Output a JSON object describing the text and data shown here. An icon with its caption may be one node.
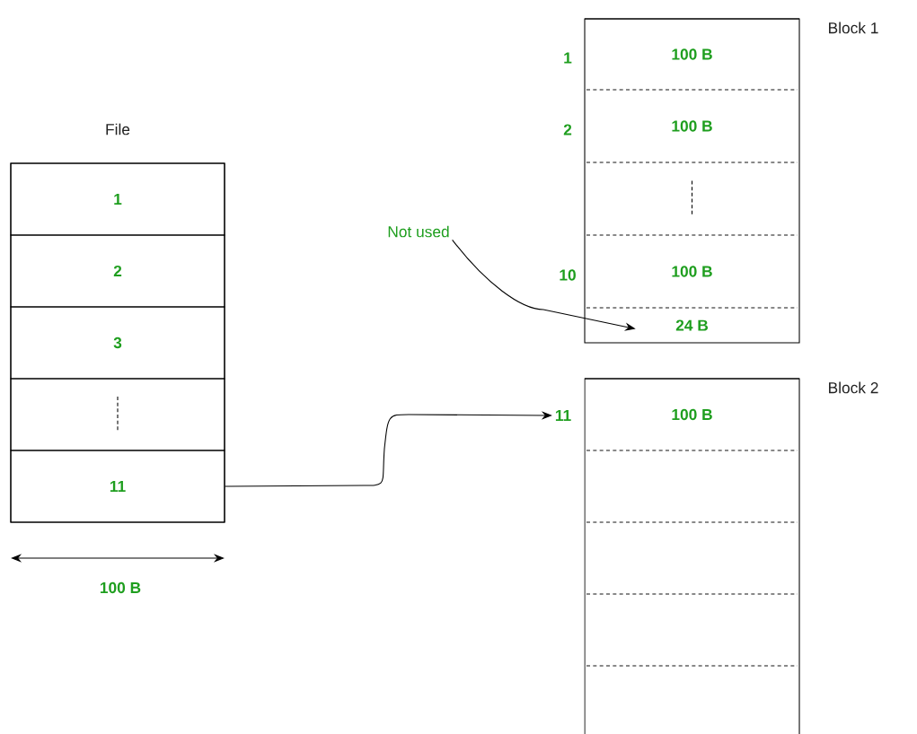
{
  "diagram": {
    "nodes": [
      {
        "text": [
          "File"
        ]
      },
      {
        "text": [
          "1"
        ],
        "in": 0
      },
      {
        "text": [
          "2"
        ],
        "in": 0
      },
      {
        "text": [
          "3"
        ],
        "in": 0
      },
      {
        "text": [],
        "shape": "box",
        "in": 0
      },
      {
        "text": [
          "11"
        ],
        "in": 0
      },
      {
        "text": [
          "Block 1"
        ]
      },
      {
        "text": [
          "100 B"
        ],
        "beside": [
          "1"
        ],
        "in": 6
      },
      {
        "text": [
          "100 B"
        ],
        "beside": [
          "2"
        ],
        "in": 6
      },
      {
        "text": [],
        "shape": "box",
        "in": 6
      },
      {
        "text": [
          "100 B"
        ],
        "beside": [
          "10"
        ],
        "in": 6
      },
      {
        "text": [
          "24 B"
        ],
        "in": 6
      },
      {
        "text": [
          "Not used"
        ]
      },
      {
        "text": [
          "Block 2"
        ]
      },
      {
        "text": [
          "11"
        ]
      },
      {
        "text": [
          "100 B"
        ],
        "in": 13
      },
      {
        "text": [],
        "shape": "box",
        "in": 13
      },
      {
        "text": [],
        "shape": "box",
        "in": 13
      },
      {
        "text": [],
        "shape": "box",
        "in": 13
      },
      {
        "text": [],
        "shape": "box",
        "in": 13
      }
    ],
    "edges": [
      {
        "from": 5,
        "to": 14,
        "arrow": "to"
      },
      {
        "from": 12,
        "to": 11,
        "arrow": "to"
      }
    ],
    "labels": [
      "100 B"
    ]
  }
}
